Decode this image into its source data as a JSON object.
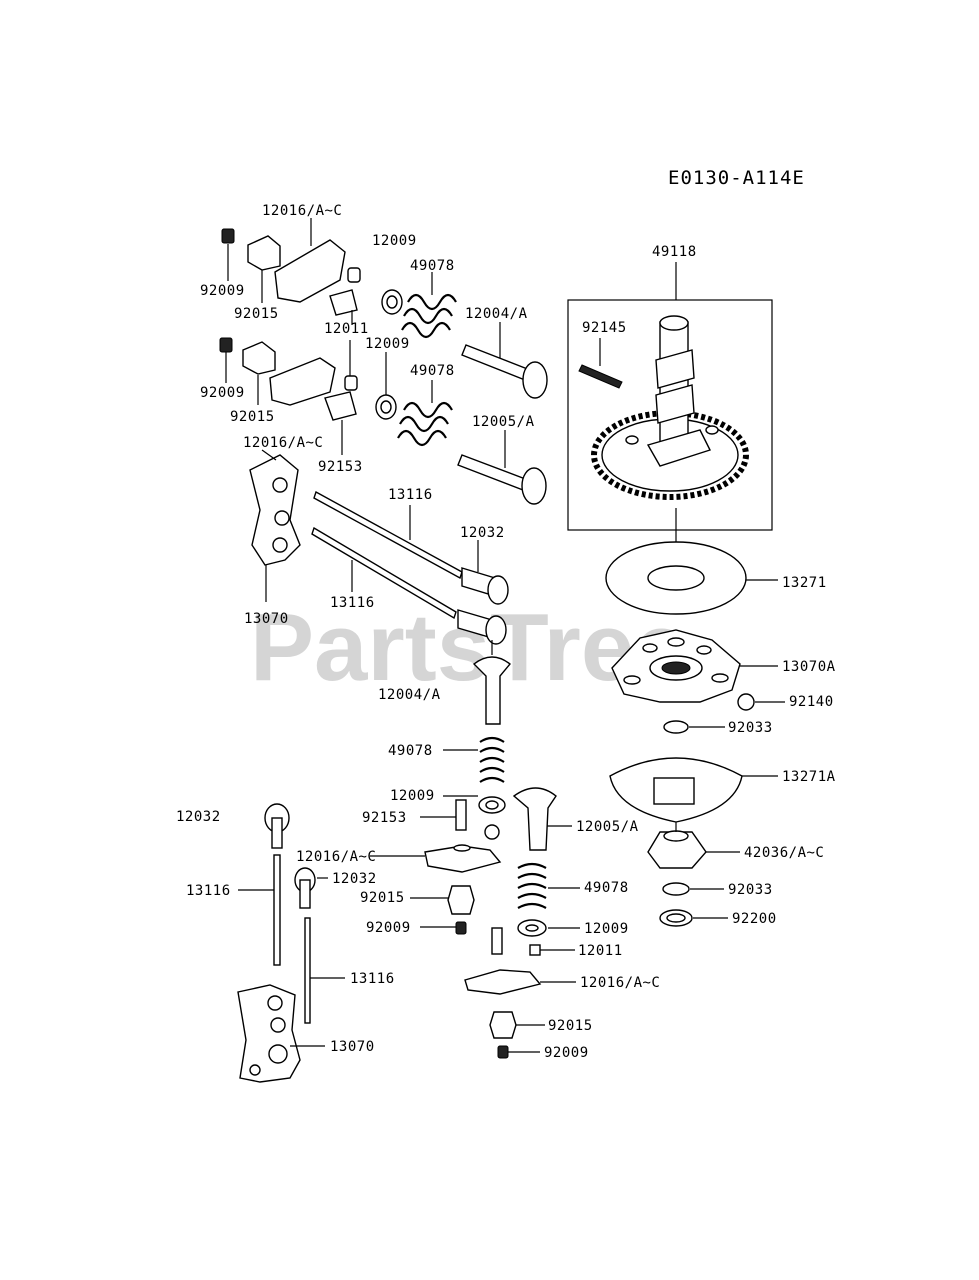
{
  "diagram_code": "E0130-A114E",
  "watermark": "PartsTree",
  "watermark_tm": "™",
  "labels": [
    "12016/A~C",
    "12009",
    "49078",
    "92009",
    "92015",
    "12011",
    "12004/A",
    "92145",
    "49118",
    "12009",
    "49078",
    "92009",
    "92015",
    "12016/A~C",
    "92153",
    "12005/A",
    "13116",
    "12032",
    "13116",
    "13070",
    "13271",
    "13070A",
    "92140",
    "12004/A",
    "92033",
    "49078",
    "13271A",
    "12009",
    "92153",
    "12005/A",
    "12032",
    "12016/A~C",
    "42036/A~C",
    "12032",
    "13116",
    "92015",
    "49078",
    "92033",
    "92009",
    "12009",
    "92200",
    "12011",
    "13116",
    "12016/A~C",
    "92015",
    "13070",
    "92009"
  ]
}
